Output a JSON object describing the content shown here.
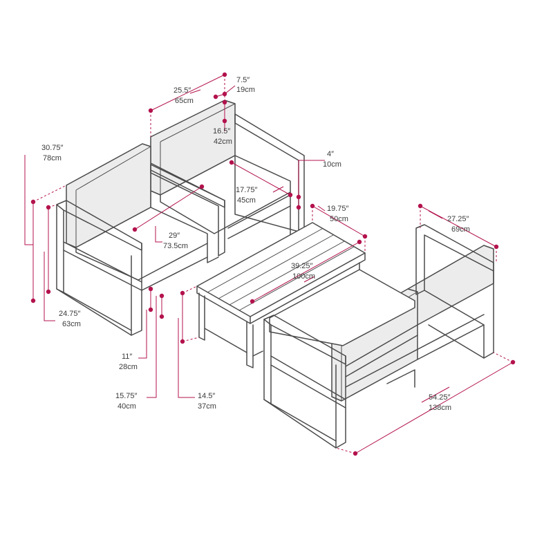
{
  "colors": {
    "dimension_accent": "#b3124d",
    "furniture_line": "#4a4a4a",
    "label_text": "#3a3a3a",
    "background": "#ffffff"
  },
  "dimensions": {
    "chair_back_depth": {
      "in": "7.5″",
      "cm": "19cm"
    },
    "chair_width": {
      "in": "25.5″",
      "cm": "65cm"
    },
    "chair_back_height": {
      "in": "16.5″",
      "cm": "42cm"
    },
    "chair_height": {
      "in": "30.75″",
      "cm": "78cm"
    },
    "arm_width": {
      "in": "4″",
      "cm": "10cm"
    },
    "seat_depth": {
      "in": "17.75″",
      "cm": "45cm"
    },
    "chair_depth": {
      "in": "29″",
      "cm": "73.5cm"
    },
    "table_width": {
      "in": "19.75″",
      "cm": "50cm"
    },
    "table_length": {
      "in": "39.25″",
      "cm": "100cm"
    },
    "sofa_depth": {
      "in": "27.25″",
      "cm": "69cm"
    },
    "arm_height": {
      "in": "24.75″",
      "cm": "63cm"
    },
    "seat_thickness": {
      "in": "11″",
      "cm": "28cm"
    },
    "seat_height": {
      "in": "15.75″",
      "cm": "40cm"
    },
    "table_height": {
      "in": "14.5″",
      "cm": "37cm"
    },
    "sofa_length": {
      "in": "54.25″",
      "cm": "138cm"
    }
  }
}
